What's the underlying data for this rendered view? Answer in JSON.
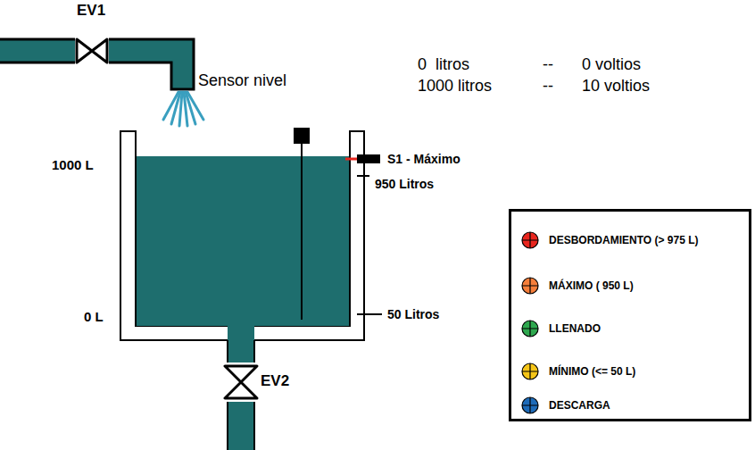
{
  "diagram": {
    "labels": [
      "EV1",
      "1000 L",
      "Sensor nivel",
      "0  litros",
      "--",
      "0 voltios",
      "1000 litros",
      "--",
      "10 voltios",
      "S1 - Máximo",
      "950 Litros",
      "0 L",
      "50 Litros",
      "EV2"
    ],
    "legend": [
      {
        "text": "DESBORDAMIENTO (> 975 L)",
        "color": "#e8261e"
      },
      {
        "text": "MÁXIMO ( 950 L)",
        "color": "#f57e3a"
      },
      {
        "text": "LLENADO",
        "color": "#2fa84f"
      },
      {
        "text": "MÍNIMO (<= 50 L)",
        "color": "#f5c518"
      },
      {
        "text": "DESCARGA",
        "color": "#1e6bb8"
      }
    ]
  }
}
